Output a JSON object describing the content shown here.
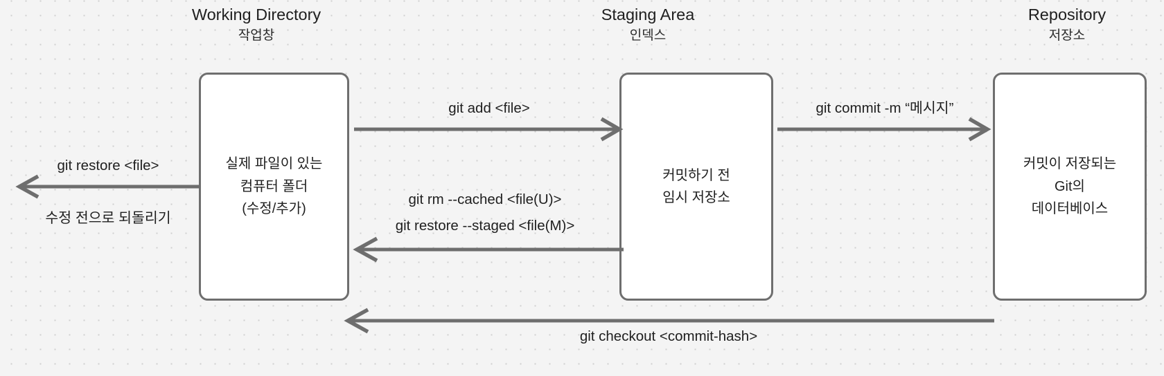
{
  "diagram": {
    "title_context": "Git areas diagram",
    "background_color": "#f4f4f4",
    "stroke_color": "#6e6e6e",
    "box_fill": "#ffffff",
    "columns": [
      {
        "id": "working-directory",
        "title_en": "Working Directory",
        "title_ko": "작업창"
      },
      {
        "id": "staging-area",
        "title_en": "Staging Area",
        "title_ko": "인덱스"
      },
      {
        "id": "repository",
        "title_en": "Repository",
        "title_ko": "저장소"
      }
    ],
    "boxes": [
      {
        "id": "working-directory",
        "text": "실제 파일이 있는\n컴퓨터 폴더\n(수정/추가)"
      },
      {
        "id": "staging-area",
        "text": "커밋하기 전\n임시 저장소"
      },
      {
        "id": "repository",
        "text": "커밋이 저장되는\nGit의\n데이터베이스"
      }
    ],
    "edges": [
      {
        "id": "add",
        "label": "git add <file>",
        "from": "working-directory",
        "to": "staging-area",
        "direction": "right"
      },
      {
        "id": "commit",
        "label": "git commit -m “메시지”",
        "from": "staging-area",
        "to": "repository",
        "direction": "right"
      },
      {
        "id": "restore",
        "label_top": "git restore <file>",
        "label_bottom": "수정 전으로 되돌리기",
        "from": "working-directory",
        "to": "outside-left",
        "direction": "left"
      },
      {
        "id": "unstage",
        "label_line1": "git rm --cached <file(U)>",
        "label_line2": "git restore --staged <file(M)>",
        "from": "staging-area",
        "to": "working-directory",
        "direction": "left"
      },
      {
        "id": "checkout",
        "label": "git checkout <commit-hash>",
        "from": "repository",
        "to": "working-directory",
        "direction": "left"
      }
    ]
  }
}
